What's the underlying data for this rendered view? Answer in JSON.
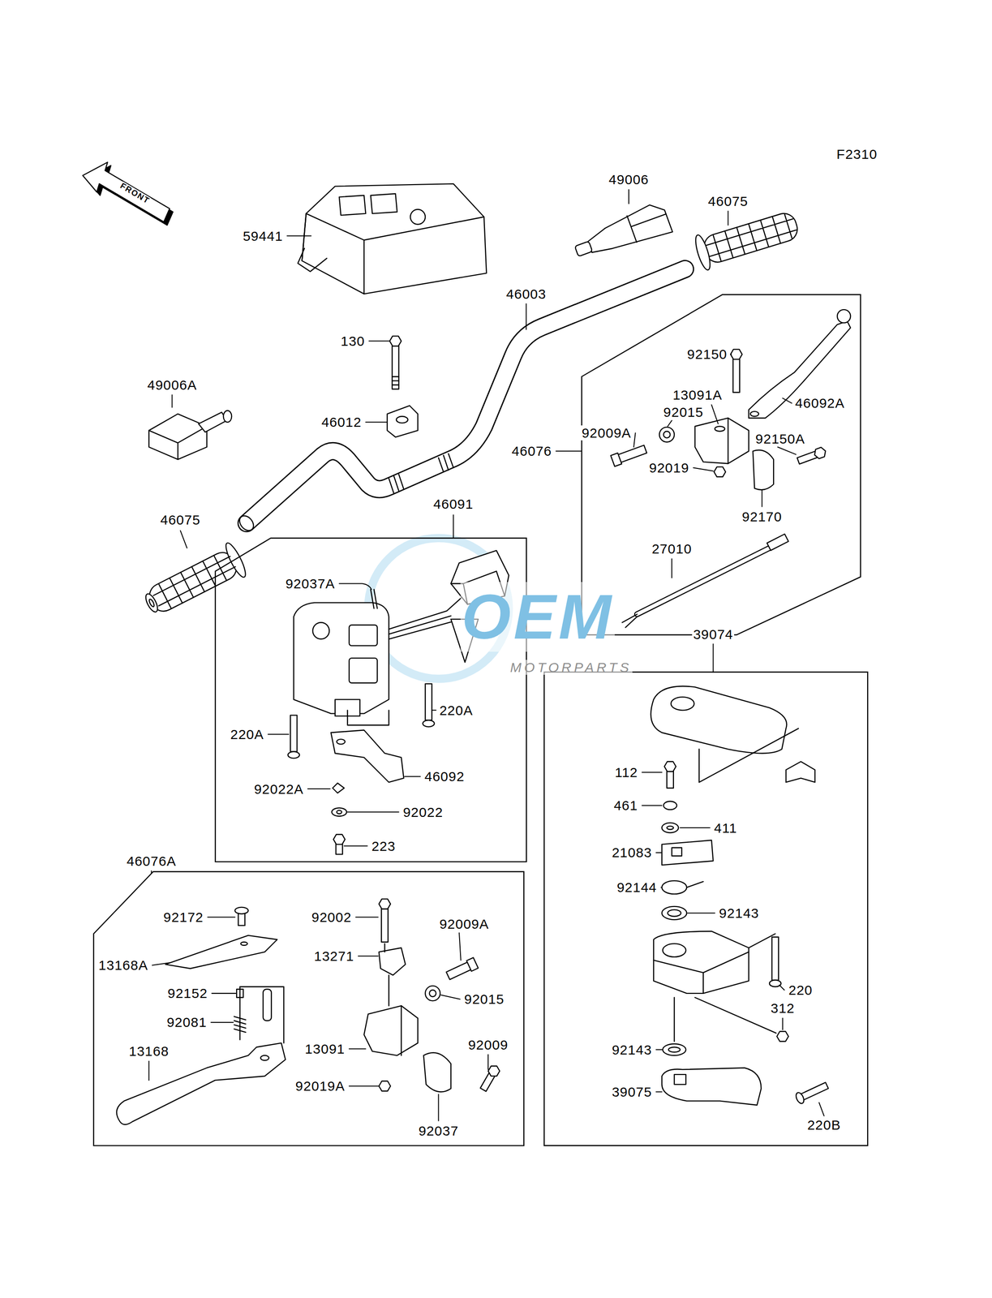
{
  "diagram": {
    "nodes": [
      {
        "text": [
          "46076"
        ]
      },
      {
        "text": [
          "46091"
        ]
      },
      {
        "text": [
          "39074"
        ]
      },
      {
        "text": [
          "46076A"
        ]
      }
    ],
    "labels": [
      "F2310",
      "FRONT",
      "59441",
      "49006",
      "46075",
      "46003",
      "130",
      "92150",
      "49006A",
      "13091A",
      "46092A",
      "92015",
      "46012",
      "92009A",
      "92150A",
      "92019",
      "92170",
      "46075",
      "27010",
      "92037A",
      "OEM",
      "MOTORPARTS",
      "220A",
      "220A",
      "112",
      "46092",
      "92022A",
      "461",
      "92022",
      "411",
      "223",
      "21083",
      "92144",
      "92143",
      "92172",
      "92002",
      "92009A",
      "13271",
      "13168A",
      "220",
      "92152",
      "92015",
      "312",
      "92081",
      "92009",
      "13091",
      "92143",
      "13168",
      "92019A",
      "39075",
      "92037",
      "220B"
    ]
  }
}
